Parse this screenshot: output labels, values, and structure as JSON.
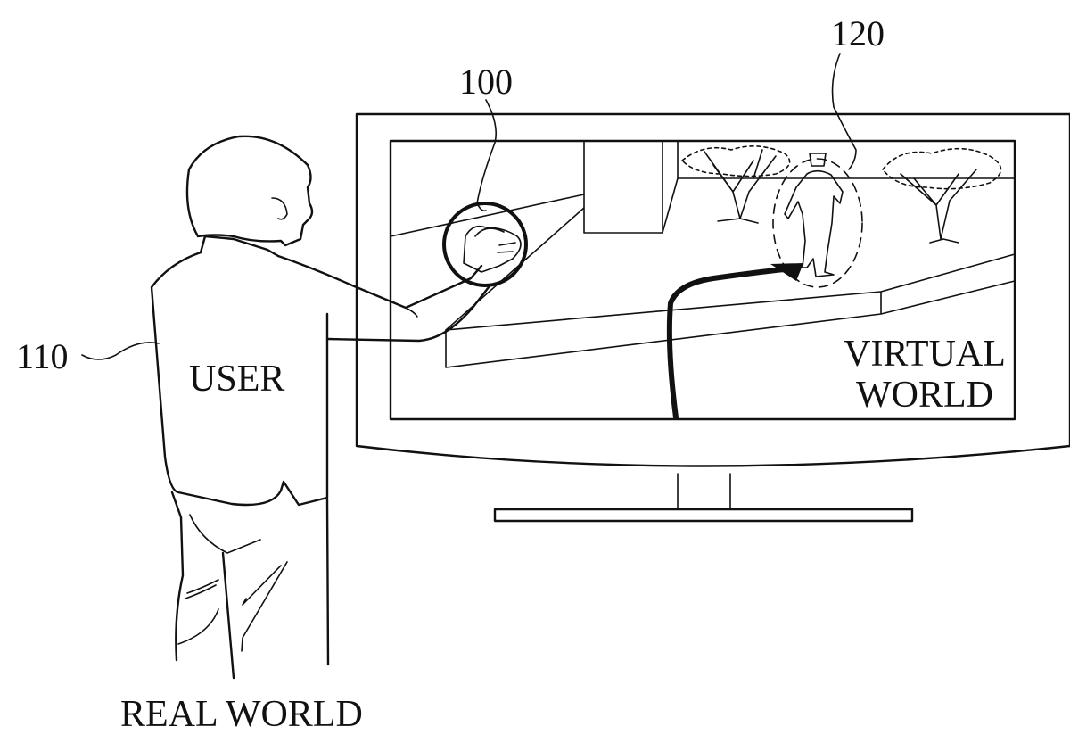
{
  "figure": {
    "reference_numerals": {
      "hand_region": "100",
      "user": "110",
      "virtual_character": "120"
    },
    "labels": {
      "user": "USER",
      "virtual_world_line1": "VIRTUAL",
      "virtual_world_line2": "WORLD",
      "real_world": "REAL WORLD"
    },
    "colors": {
      "ink": "#111111",
      "background": "#ffffff"
    }
  }
}
